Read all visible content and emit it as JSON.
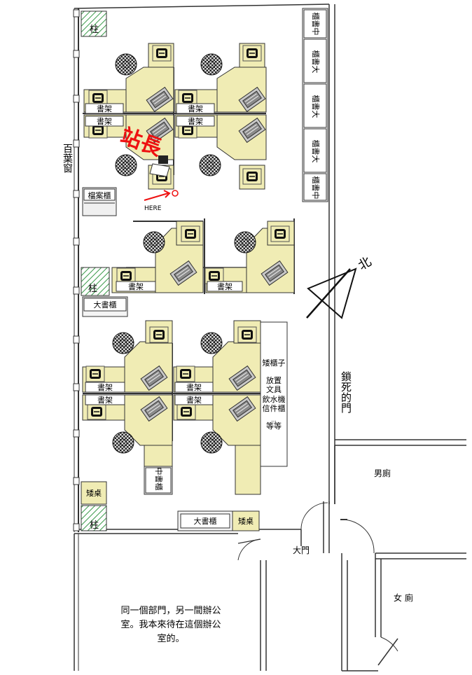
{
  "labels": {
    "pillar": "柱",
    "window": "百葉窗",
    "bookshelf": "書架",
    "file_cabinet": "檔案櫃",
    "big_cabinet": "大書櫃",
    "mid_cabinet": "中書櫃",
    "low_table": "矮桌",
    "low_cabinet_lines": [
      "矮櫃子",
      "放置",
      "文具",
      "飲水機",
      "信件櫃",
      "...",
      "等等"
    ],
    "cab_small": "櫃書中",
    "cab_large": "櫃書大",
    "locked_door": "鎖死的門",
    "main_door": "大門",
    "mens_room": "男廁",
    "womens_room": "女 廁",
    "north": "北",
    "here": "HERE",
    "head": "站長",
    "note_lines": [
      "同一個部門，另一間辦公",
      "室。我本來待在這個辦公",
      "室的。"
    ]
  },
  "colors": {
    "desk": "#f0ecb4",
    "chair": "#333333",
    "marker": "#ee1111",
    "hatch": "#3a9a4a",
    "wall": "#333333"
  }
}
